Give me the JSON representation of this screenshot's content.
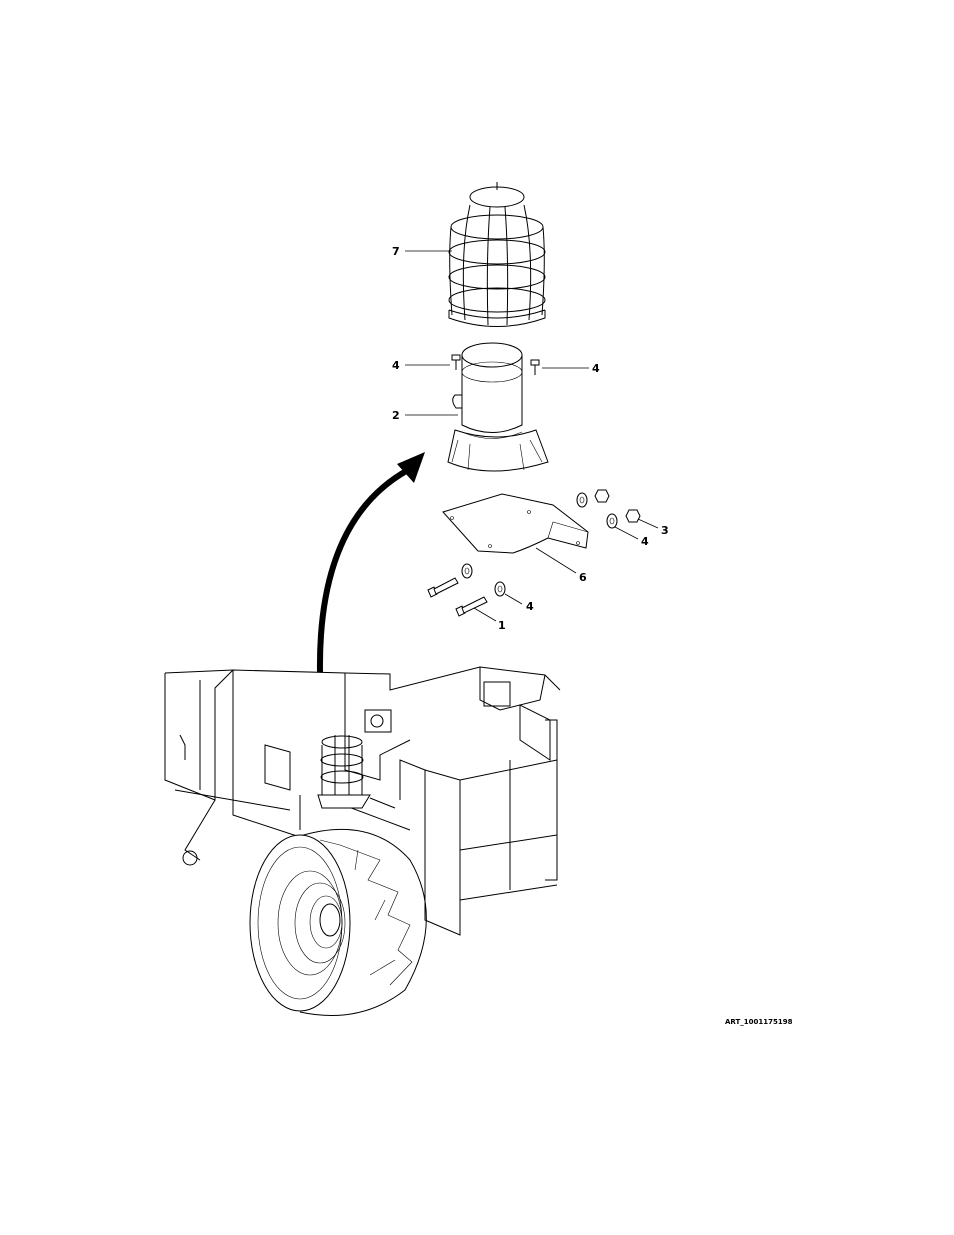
{
  "figure": {
    "art_id": "ART_1001175198",
    "callouts": [
      {
        "id": "c7",
        "label": "7"
      },
      {
        "id": "c4a",
        "label": "4"
      },
      {
        "id": "c4b",
        "label": "4"
      },
      {
        "id": "c2",
        "label": "2"
      },
      {
        "id": "c3",
        "label": "3"
      },
      {
        "id": "c4c",
        "label": "4"
      },
      {
        "id": "c6",
        "label": "6"
      },
      {
        "id": "c4d",
        "label": "4"
      },
      {
        "id": "c1",
        "label": "1"
      }
    ]
  }
}
